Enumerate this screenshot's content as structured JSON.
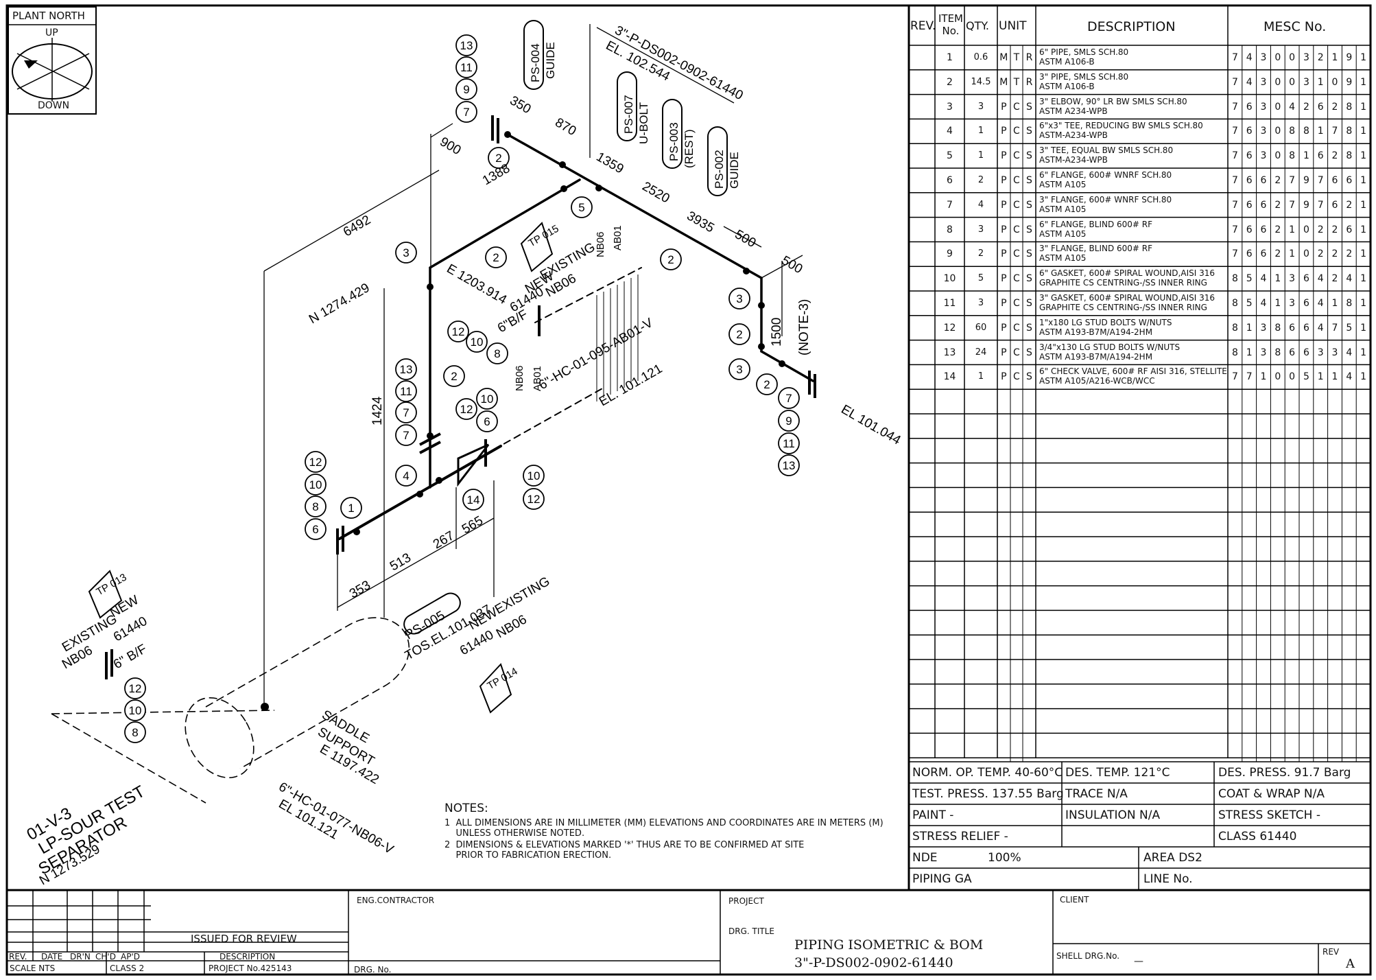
{
  "plant_north": {
    "title": "PLANT NORTH",
    "up": "UP",
    "down": "DOWN"
  },
  "bom": {
    "headers": {
      "rev": "REV.",
      "item": "ITEM No.",
      "qty": "QTY.",
      "unit": "UNIT",
      "description": "DESCRIPTION",
      "mesc": "MESC No."
    },
    "rows": [
      {
        "item": "1",
        "qty": "0.6",
        "unit": [
          "M",
          "T",
          "R"
        ],
        "desc1": "6\" PIPE, SMLS SCH.80",
        "desc2": "ASTM A106-B",
        "mesc": [
          "7",
          "4",
          "3",
          "0",
          "0",
          "3",
          "2",
          "1",
          "9",
          "1"
        ]
      },
      {
        "item": "2",
        "qty": "14.5",
        "unit": [
          "M",
          "T",
          "R"
        ],
        "desc1": "3\" PIPE, SMLS SCH.80",
        "desc2": "ASTM A106-B",
        "mesc": [
          "7",
          "4",
          "3",
          "0",
          "0",
          "3",
          "1",
          "0",
          "9",
          "1"
        ]
      },
      {
        "item": "3",
        "qty": "3",
        "unit": [
          "P",
          "C",
          "S"
        ],
        "desc1": "3\" ELBOW, 90° LR BW SMLS SCH.80",
        "desc2": "ASTM A234-WPB",
        "mesc": [
          "7",
          "6",
          "3",
          "0",
          "4",
          "2",
          "6",
          "2",
          "8",
          "1"
        ]
      },
      {
        "item": "4",
        "qty": "1",
        "unit": [
          "P",
          "C",
          "S"
        ],
        "desc1": "6\"x3\" TEE, REDUCING BW SMLS SCH.80",
        "desc2": "ASTM-A234-WPB",
        "mesc": [
          "7",
          "6",
          "3",
          "0",
          "8",
          "8",
          "1",
          "7",
          "8",
          "1"
        ]
      },
      {
        "item": "5",
        "qty": "1",
        "unit": [
          "P",
          "C",
          "S"
        ],
        "desc1": "3\" TEE, EQUAL BW SMLS SCH.80",
        "desc2": "ASTM-A234-WPB",
        "mesc": [
          "7",
          "6",
          "3",
          "0",
          "8",
          "1",
          "6",
          "2",
          "8",
          "1"
        ]
      },
      {
        "item": "6",
        "qty": "2",
        "unit": [
          "P",
          "C",
          "S"
        ],
        "desc1": "6\" FLANGE, 600# WNRF SCH.80",
        "desc2": "ASTM A105",
        "mesc": [
          "7",
          "6",
          "6",
          "2",
          "7",
          "9",
          "7",
          "6",
          "6",
          "1"
        ]
      },
      {
        "item": "7",
        "qty": "4",
        "unit": [
          "P",
          "C",
          "S"
        ],
        "desc1": "3\" FLANGE, 600# WNRF SCH.80",
        "desc2": "ASTM A105",
        "mesc": [
          "7",
          "6",
          "6",
          "2",
          "7",
          "9",
          "7",
          "6",
          "2",
          "1"
        ]
      },
      {
        "item": "8",
        "qty": "3",
        "unit": [
          "P",
          "C",
          "S"
        ],
        "desc1": "6\" FLANGE, BLIND 600# RF",
        "desc2": "ASTM A105",
        "mesc": [
          "7",
          "6",
          "6",
          "2",
          "1",
          "0",
          "2",
          "2",
          "6",
          "1"
        ]
      },
      {
        "item": "9",
        "qty": "2",
        "unit": [
          "P",
          "C",
          "S"
        ],
        "desc1": "3\" FLANGE, BLIND 600# RF",
        "desc2": "ASTM A105",
        "mesc": [
          "7",
          "6",
          "6",
          "2",
          "1",
          "0",
          "2",
          "2",
          "2",
          "1"
        ]
      },
      {
        "item": "10",
        "qty": "5",
        "unit": [
          "P",
          "C",
          "S"
        ],
        "desc1": "6\" GASKET, 600# SPIRAL WOUND,AISI 316",
        "desc2": "GRAPHITE CS CENTRING-/SS INNER RING",
        "mesc": [
          "8",
          "5",
          "4",
          "1",
          "3",
          "6",
          "4",
          "2",
          "4",
          "1"
        ]
      },
      {
        "item": "11",
        "qty": "3",
        "unit": [
          "P",
          "C",
          "S"
        ],
        "desc1": "3\" GASKET, 600# SPIRAL WOUND,AISI 316",
        "desc2": "GRAPHITE CS CENTRING-/SS INNER RING",
        "mesc": [
          "8",
          "5",
          "4",
          "1",
          "3",
          "6",
          "4",
          "1",
          "8",
          "1"
        ]
      },
      {
        "item": "12",
        "qty": "60",
        "unit": [
          "P",
          "C",
          "S"
        ],
        "desc1": "1\"x180 LG STUD BOLTS W/NUTS",
        "desc2": "ASTM A193-B7M/A194-2HM",
        "mesc": [
          "8",
          "1",
          "3",
          "8",
          "6",
          "6",
          "4",
          "7",
          "5",
          "1"
        ]
      },
      {
        "item": "13",
        "qty": "24",
        "unit": [
          "P",
          "C",
          "S"
        ],
        "desc1": "3/4\"x130 LG STUD BOLTS W/NUTS",
        "desc2": "ASTM A193-B7M/A194-2HM",
        "mesc": [
          "8",
          "1",
          "3",
          "8",
          "6",
          "6",
          "3",
          "3",
          "4",
          "1"
        ]
      },
      {
        "item": "14",
        "qty": "1",
        "unit": [
          "P",
          "C",
          "S"
        ],
        "desc1": "6\" CHECK VALVE, 600# RF AISI 316, STELLITE",
        "desc2": "ASTM A105/A216-WCB/WCC",
        "mesc": [
          "7",
          "7",
          "1",
          "0",
          "0",
          "5",
          "1",
          "1",
          "4",
          "1"
        ]
      }
    ]
  },
  "design": {
    "norm_op_temp": "NORM. OP. TEMP. 40-60°C",
    "des_temp": "DES. TEMP. 121°C",
    "des_press": "DES. PRESS. 91.7 Barg",
    "test_press": "TEST. PRESS. 137.55 Barg",
    "trace": "TRACE   N/A",
    "coat": "COAT & WRAP N/A",
    "paint": "PAINT  -",
    "insulation": "INSULATION N/A",
    "stress_sketch": "STRESS SKETCH  -",
    "stress_relief": "STRESS RELIEF  -",
    "class": "CLASS 61440",
    "nde": "NDE",
    "nde_val": "100%",
    "area": "AREA  DS2",
    "piping_ga": "PIPING GA",
    "line_no": "LINE No."
  },
  "notes": {
    "title": "NOTES:",
    "lines": [
      "1  ALL DIMENSIONS ARE IN MILLIMETER (MM) ELEVATIONS AND COORDINATES ARE IN METERS (M)",
      "    UNLESS OTHERWISE NOTED.",
      "2  DIMENSIONS & ELEVATIONS MARKED '*' THUS ARE TO BE CONFIRMED AT SITE",
      "    PRIOR TO FABRICATION ERECTION."
    ]
  },
  "title_block": {
    "issued": "ISSUED FOR REVIEW",
    "rev_h": "REV.",
    "date_h": "DATE",
    "drn_h": "DR'N",
    "chd_h": "CH'D",
    "apd_h": "AP'D",
    "desc_h": "DESCRIPTION",
    "scale": "SCALE NTS",
    "class2": "CLASS 2",
    "project_no": "PROJECT No.425143",
    "eng_contractor": "ENG.CONTRACTOR",
    "drg_no": "DRG. No.",
    "project": "PROJECT",
    "drg_title_h": "DRG. TITLE",
    "title1": "PIPING ISOMETRIC & BOM",
    "title2": "3\"-P-DS002-0902-61440",
    "client": "CLIENT",
    "shell_drg": "SHELL DRG.No.",
    "shell_val": "—",
    "rev_label": "REV",
    "rev_val": "A"
  },
  "iso": {
    "line_top": "3\"-P-DS002-0902-61440",
    "el_top": "EL. 102.544",
    "ps004": "PS-004",
    "guide1": "GUIDE",
    "ps007": "PS-007",
    "ubolt": "U-BOLT",
    "ps003": "PS-003",
    "rest": "(REST)",
    "ps002": "PS-002",
    "guide2": "GUIDE",
    "d350": "350",
    "d870": "870",
    "d900": "900",
    "d1359": "1359",
    "d1388": "1388",
    "d2520": "2520",
    "d3935": "3935",
    "d500a": "500",
    "d500b": "500",
    "d6492": "6492",
    "d1500": "1500",
    "note3": "(NOTE-3)",
    "d1424": "1424",
    "d353": "353",
    "d513": "513",
    "d267": "267",
    "d565": "565",
    "coord_e": "E 1203.914",
    "coord_n": "N 1274.429",
    "tp015": "TP 015",
    "tp013": "TP 013",
    "tp014": "TP 014",
    "new": "NEW",
    "existing": "EXISTING",
    "n61440": "61440",
    "nb06": "NB06",
    "ab01": "AB01",
    "bf6": "6\"B/F",
    "bf6b": "6\" B/F",
    "hc095": "6\"-HC-01-095-AB01-V",
    "el101121": "EL. 101.121",
    "el101044": "EL 101.044",
    "ps005": "PS-005",
    "tos": "TOS.EL.101.037",
    "saddle1": "SADDLE",
    "saddle2": "SUPPORT",
    "saddle3": "E 1197.422",
    "vessel1": "01-V-3",
    "vessel2": "LP-SOUR TEST",
    "vessel3": "SEPARATOR",
    "vessel4": "N 1273.529",
    "hc077": "6\"-HC-01-077-NB06-V",
    "el101121b": "EL 101.121",
    "balloons": [
      "13",
      "11",
      "9",
      "7",
      "2",
      "5",
      "3",
      "2",
      "2",
      "3",
      "2",
      "3",
      "2",
      "7",
      "9",
      "11",
      "13",
      "12",
      "10",
      "8",
      "2",
      "13",
      "11",
      "7",
      "7",
      "4",
      "1",
      "12",
      "10",
      "8",
      "6",
      "10",
      "12",
      "6",
      "14",
      "10",
      "12",
      "12",
      "10",
      "8"
    ]
  }
}
